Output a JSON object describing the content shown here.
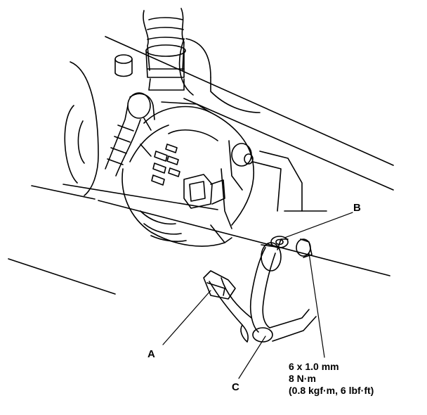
{
  "callouts": {
    "a": "A",
    "b": "B",
    "c": "C"
  },
  "spec": {
    "bolt": "6 x 1.0 mm",
    "torque_nm": "8 N·m",
    "torque_alt": "(0.8 kgf·m, 6 lbf·ft)"
  }
}
